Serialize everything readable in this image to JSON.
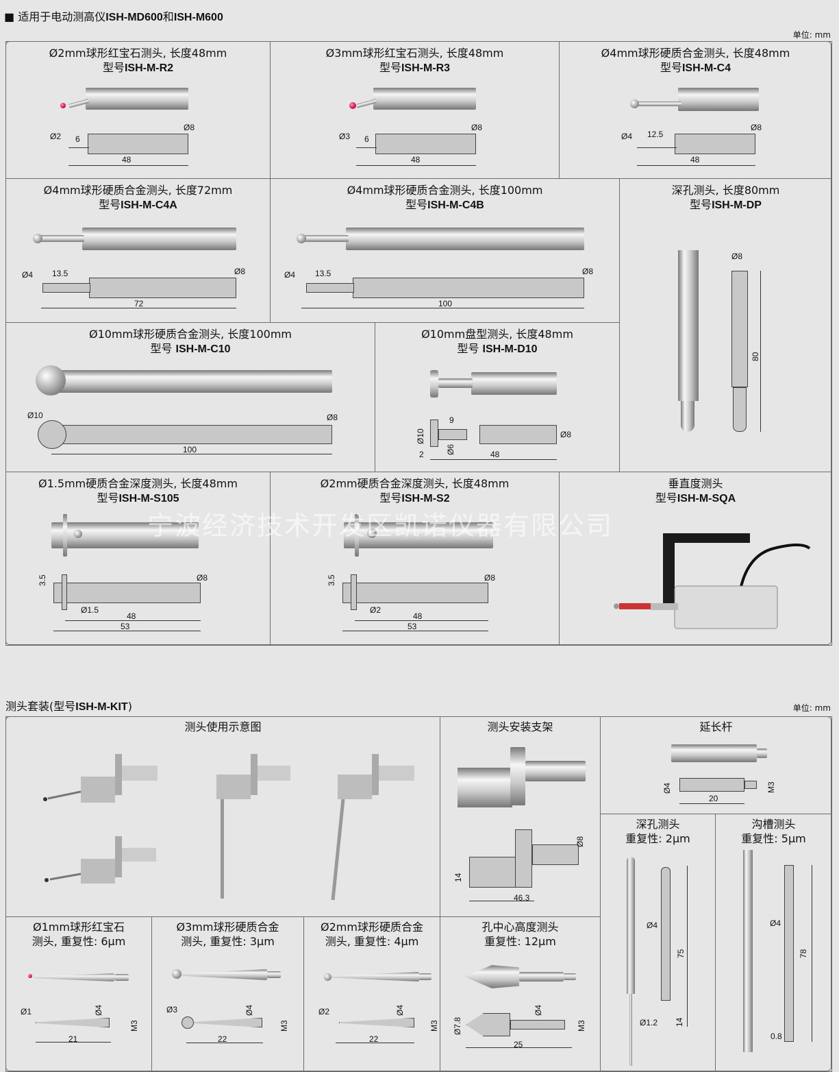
{
  "section1": {
    "heading_prefix": "适用于电动测高仪",
    "heading_m1": "ISH-MD600",
    "heading_and": "和",
    "heading_m2": "ISH-M600",
    "unit": "单位: mm"
  },
  "section2": {
    "heading_prefix": "测头套装(型号",
    "heading_model": "ISH-M-KIT",
    "heading_suffix": ")",
    "unit": "单位: mm"
  },
  "watermark": "宁波经济技术开发区凯诺仪器有限公司",
  "cells": [
    {
      "title": "Ø2mm球形红宝石测头, 长度48mm",
      "model_prefix": "型号",
      "model": "ISH-M-R2",
      "dims": [
        "Ø2",
        "6",
        "Ø8",
        "48"
      ]
    },
    {
      "title": "Ø3mm球形红宝石测头, 长度48mm",
      "model_prefix": "型号",
      "model": "ISH-M-R3",
      "dims": [
        "Ø3",
        "6",
        "Ø8",
        "48"
      ]
    },
    {
      "title": "Ø4mm球形硬质合金测头, 长度48mm",
      "model_prefix": "型号",
      "model": "ISH-M-C4",
      "dims": [
        "Ø4",
        "12.5",
        "Ø8",
        "48"
      ]
    },
    {
      "title": "Ø4mm球形硬质合金测头, 长度72mm",
      "model_prefix": "型号",
      "model": "ISH-M-C4A",
      "dims": [
        "Ø4",
        "13.5",
        "Ø8",
        "72"
      ]
    },
    {
      "title": "Ø4mm球形硬质合金测头, 长度100mm",
      "model_prefix": "型号",
      "model": "ISH-M-C4B",
      "dims": [
        "Ø4",
        "13.5",
        "Ø8",
        "100"
      ]
    },
    {
      "title": "深孔测头, 长度80mm",
      "model_prefix": "型号",
      "model": "ISH-M-DP",
      "dims": [
        "Ø8",
        "80"
      ]
    },
    {
      "title": "Ø10mm球形硬质合金测头, 长度100mm",
      "model_prefix": "型号 ",
      "model": "ISH-M-C10",
      "dims": [
        "Ø10",
        "Ø8",
        "100"
      ]
    },
    {
      "title": "Ø10mm盘型测头, 长度48mm",
      "model_prefix": "型号 ",
      "model": "ISH-M-D10",
      "dims": [
        "9",
        "Ø10",
        "Ø6",
        "2",
        "Ø8",
        "48"
      ]
    },
    {
      "title": "Ø1.5mm硬质合金深度测头, 长度48mm",
      "model_prefix": "型号",
      "model": "ISH-M-S105",
      "dims": [
        "3.5",
        "Ø8",
        "Ø1.5",
        "48",
        "53"
      ]
    },
    {
      "title": "Ø2mm硬质合金深度测头, 长度48mm",
      "model_prefix": "型号",
      "model": "ISH-M-S2",
      "dims": [
        "3.5",
        "Ø2",
        "Ø8",
        "48",
        "53"
      ]
    },
    {
      "title": "垂直度测头",
      "model_prefix": "型号",
      "model": "ISH-M-SQA",
      "dims": []
    }
  ],
  "kit": [
    {
      "title": "测头使用示意图",
      "dims": []
    },
    {
      "title": "测头安装支架",
      "dims": [
        "Ø8",
        "14",
        "46.3"
      ]
    },
    {
      "title": "延长杆",
      "dims": [
        "Ø4",
        "20",
        "M3"
      ]
    },
    {
      "title": "深孔测头",
      "subtitle": "重复性: 2μm",
      "dims": [
        "Ø4",
        "75",
        "Ø1.2",
        "14"
      ]
    },
    {
      "title": "沟槽测头",
      "subtitle": "重复性: 5μm",
      "dims": [
        "Ø4",
        "78",
        "0.8"
      ]
    },
    {
      "title": "Ø1mm球形红宝石",
      "subtitle": "测头, 重复性: 6μm",
      "dims": [
        "Ø1",
        "Ø4",
        "M3",
        "21"
      ]
    },
    {
      "title": "Ø3mm球形硬质合金",
      "subtitle": "测头, 重复性: 3μm",
      "dims": [
        "Ø3",
        "Ø4",
        "M3",
        "22"
      ]
    },
    {
      "title": "Ø2mm球形硬质合金",
      "subtitle": "测头, 重复性: 4μm",
      "dims": [
        "Ø2",
        "Ø4",
        "M3",
        "22"
      ]
    },
    {
      "title": "孔中心高度测头",
      "subtitle": "重复性: 12μm",
      "dims": [
        "Ø7.8",
        "Ø4",
        "M3",
        "25"
      ]
    }
  ]
}
